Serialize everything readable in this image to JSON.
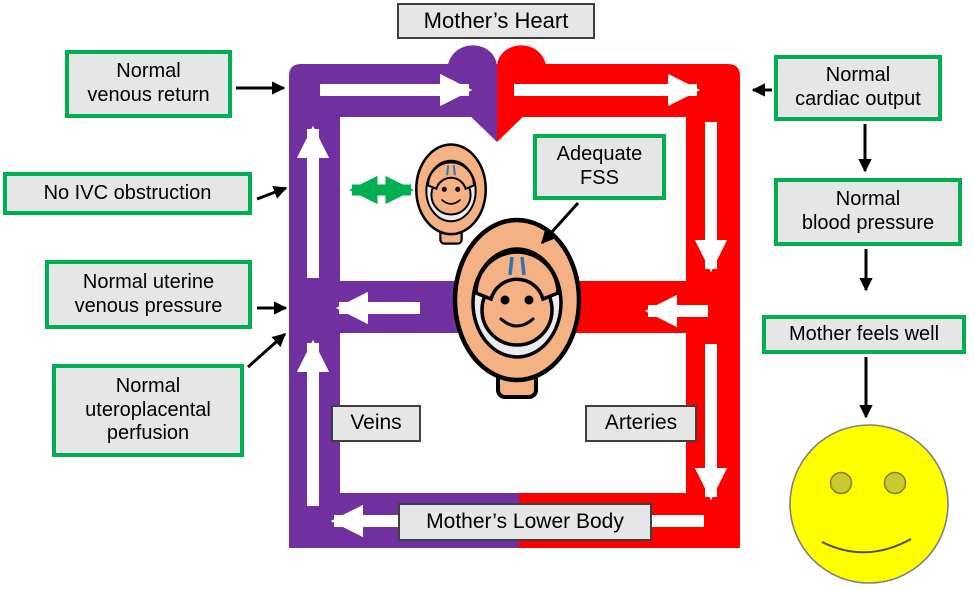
{
  "figure": {
    "boxes": {
      "mothers_heart": {
        "lines": [
          "Mother’s Heart"
        ]
      },
      "normal_venous_return": {
        "lines": [
          "Normal",
          "venous return"
        ]
      },
      "no_ivc_obstruction": {
        "lines": [
          "No IVC obstruction"
        ]
      },
      "normal_uterine_venous_pressure": {
        "lines": [
          "Normal uterine",
          "venous pressure"
        ]
      },
      "normal_uteroplacental_perfusion": {
        "lines": [
          "Normal",
          "uteroplacental",
          "perfusion"
        ]
      },
      "adequate_fss": {
        "lines": [
          "Adequate",
          "FSS"
        ]
      },
      "normal_cardiac_output": {
        "lines": [
          "Normal",
          "cardiac output"
        ]
      },
      "normal_blood_pressure": {
        "lines": [
          "Normal",
          "blood pressure"
        ]
      },
      "mother_feels_well": {
        "lines": [
          "Mother feels well"
        ]
      },
      "veins": {
        "lines": [
          "Veins"
        ]
      },
      "arteries": {
        "lines": [
          "Arteries"
        ]
      },
      "mothers_lower_body": {
        "lines": [
          "Mother’s Lower Body"
        ]
      }
    },
    "icons": {
      "heart": "heart-icon",
      "pregnant_uterus_large": "uterus-fetus-icon",
      "pregnant_uterus_small": "uterus-fetus-icon",
      "scalp_stimulation": "green-double-arrow-icon",
      "mother_wellbeing": "smiley-face-icon"
    },
    "colors": {
      "veins": "#7030A0",
      "arteries": "#FF0000",
      "accent_green": "#00B050",
      "box_fill": "#E7E6E6",
      "box_border": "#3F3F3F",
      "skin": "#F4B183",
      "smiley_yellow": "#FFFF00"
    }
  }
}
